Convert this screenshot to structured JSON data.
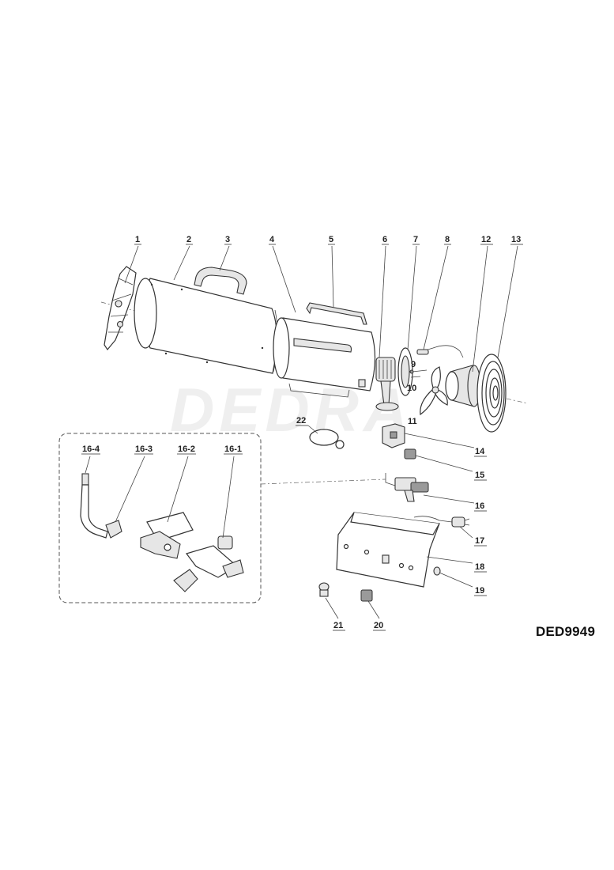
{
  "watermark": "DEDRA",
  "model_code": "DED9949",
  "part_labels": {
    "p1": "1",
    "p2": "2",
    "p3": "3",
    "p4": "4",
    "p5": "5",
    "p6": "6",
    "p7": "7",
    "p8": "8",
    "p9": "9",
    "p10": "10",
    "p11": "11",
    "p12": "12",
    "p13": "13",
    "p14": "14",
    "p15": "15",
    "p16": "16",
    "p17": "17",
    "p18": "18",
    "p19": "19",
    "p20": "20",
    "p21": "21",
    "p22": "22",
    "p16_1": "16-1",
    "p16_2": "16-2",
    "p16_3": "16-3",
    "p16_4": "16-4"
  }
}
